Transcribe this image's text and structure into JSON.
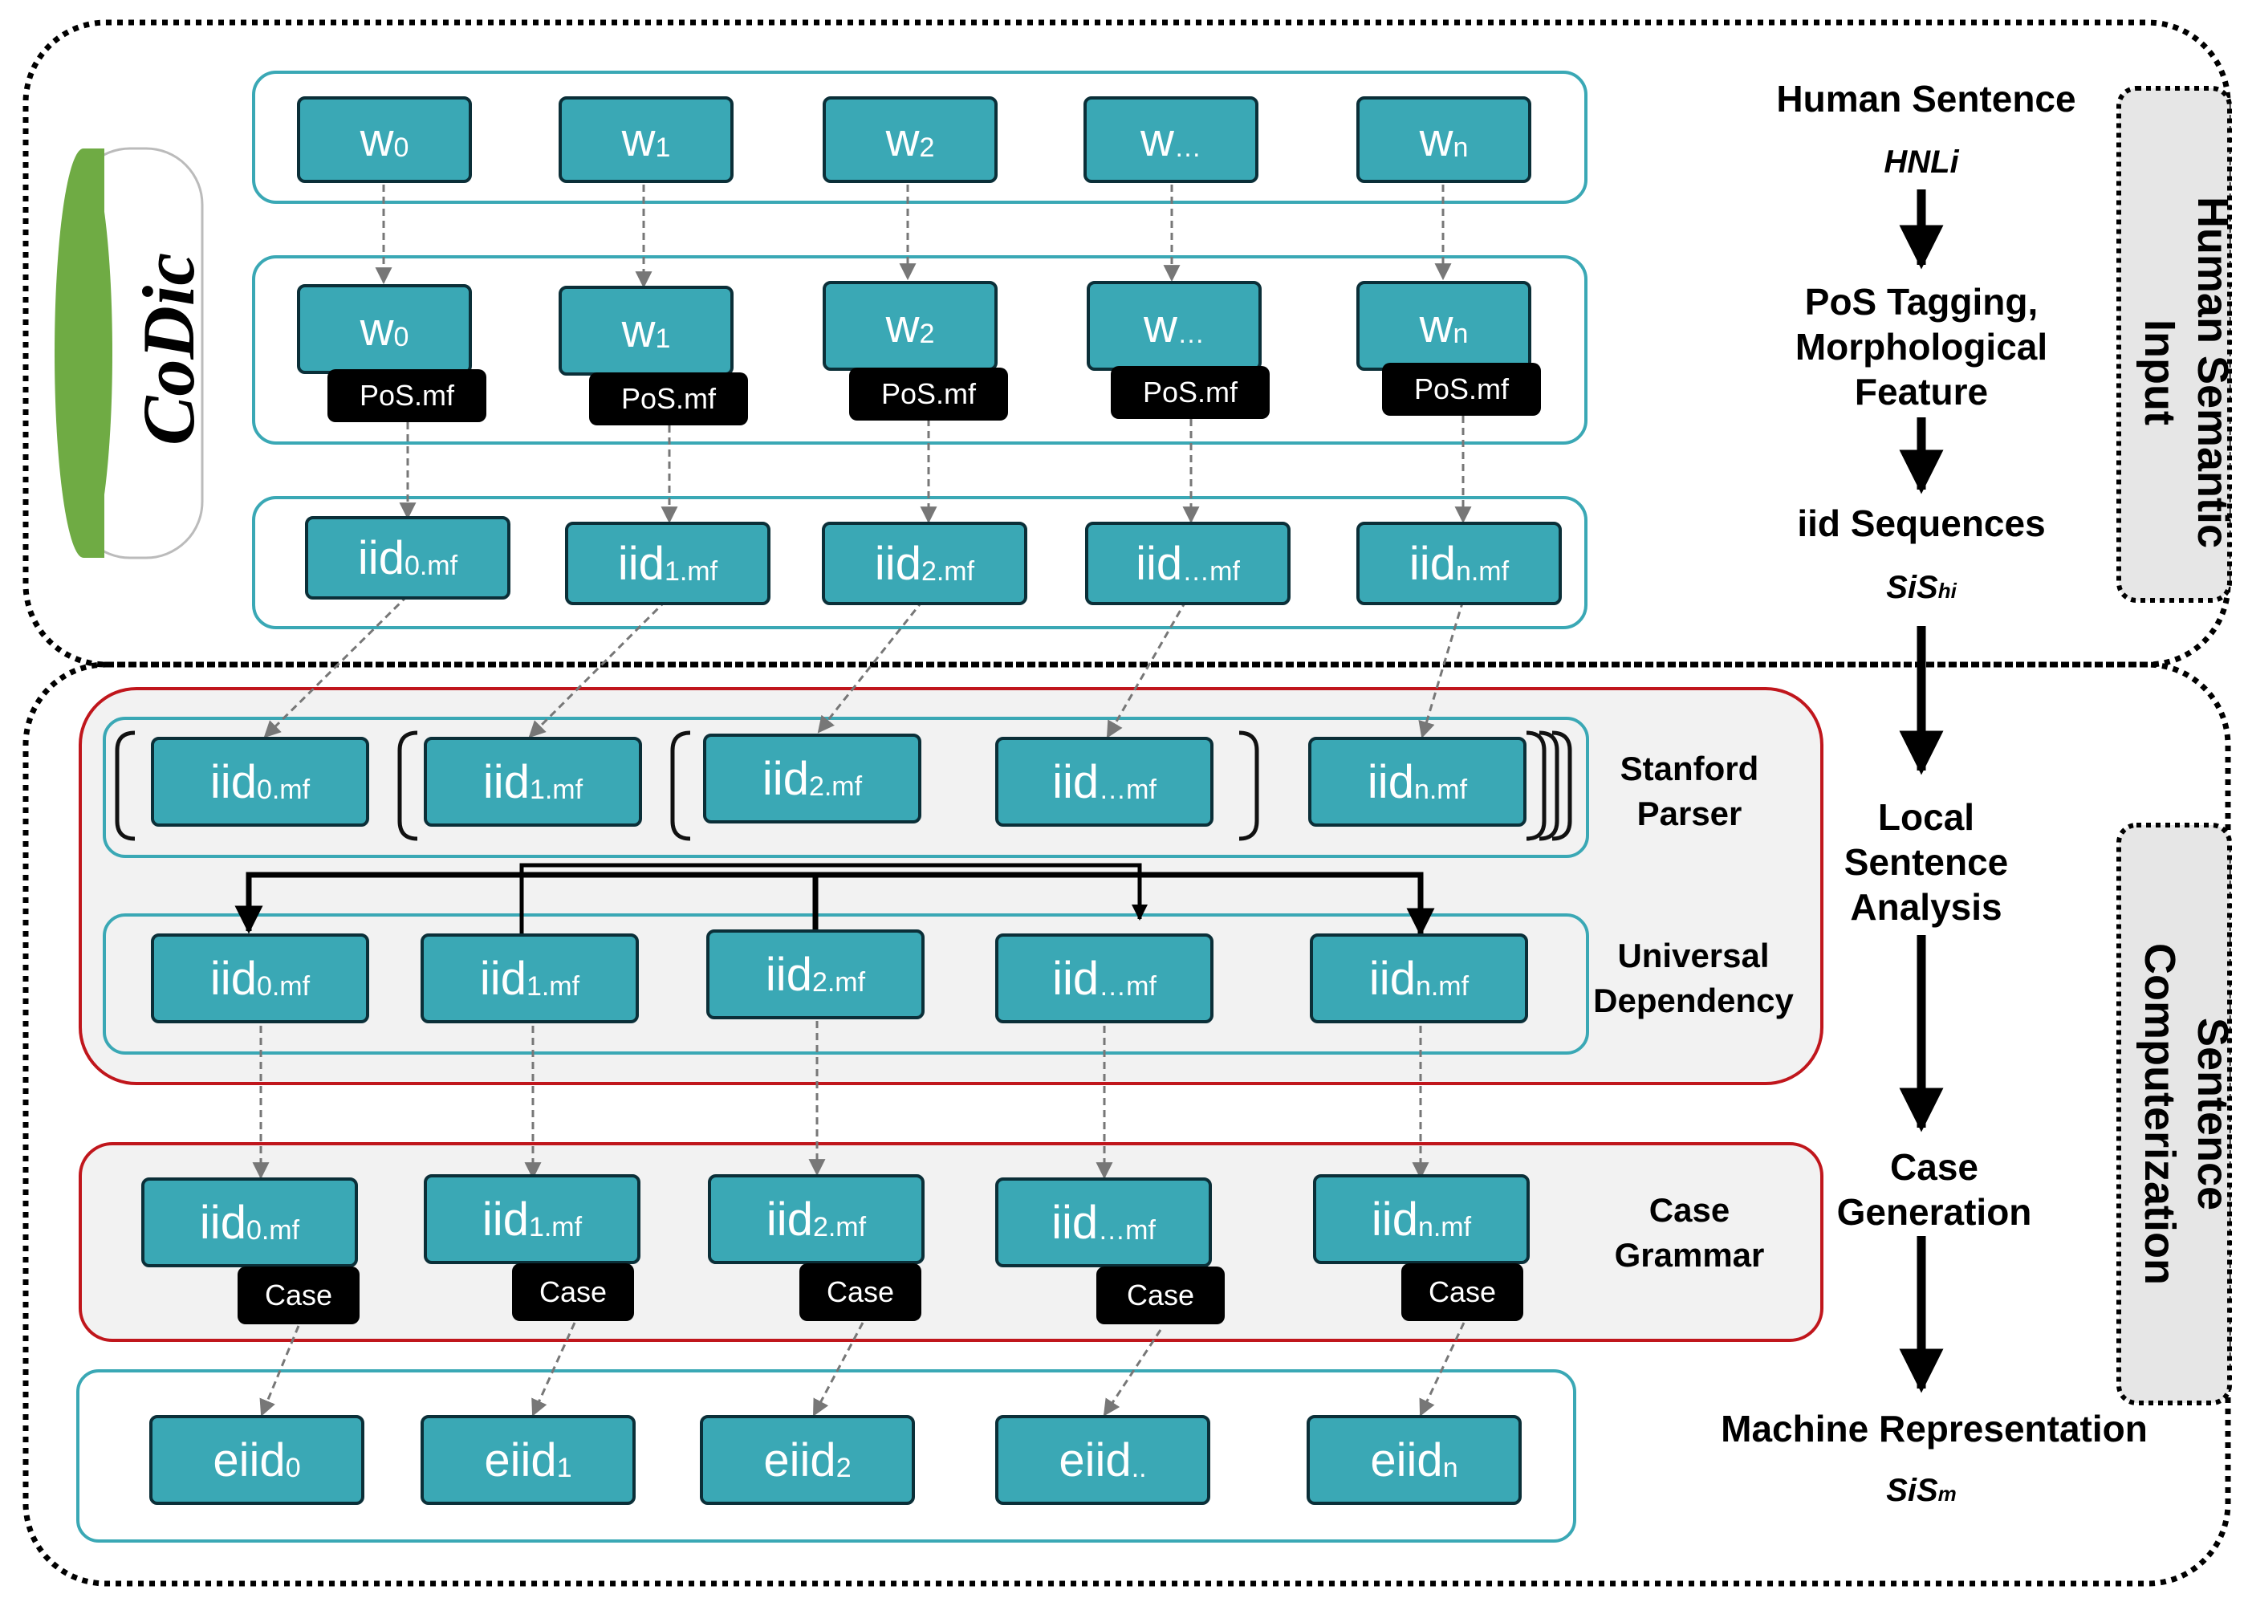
{
  "codic_label": "CoDic",
  "rows": {
    "words": [
      {
        "base": "w",
        "sub": "0"
      },
      {
        "base": "w",
        "sub": "1"
      },
      {
        "base": "w",
        "sub": "2"
      },
      {
        "base": "w",
        "sub": "…"
      },
      {
        "base": "w",
        "sub": "n"
      }
    ],
    "pos_words": [
      {
        "base": "w",
        "sub": "0"
      },
      {
        "base": "w",
        "sub": "1"
      },
      {
        "base": "w",
        "sub": "2"
      },
      {
        "base": "w",
        "sub": "…"
      },
      {
        "base": "w",
        "sub": "n"
      }
    ],
    "pos_tag": "PoS.mf",
    "iid": [
      {
        "base": "iid",
        "sub": "0.mf"
      },
      {
        "base": "iid",
        "sub": "1.mf"
      },
      {
        "base": "iid",
        "sub": "2.mf"
      },
      {
        "base": "iid",
        "sub": "…mf"
      },
      {
        "base": "iid",
        "sub": "n.mf"
      }
    ],
    "eiid": [
      {
        "base": "eiid",
        "sub": "0"
      },
      {
        "base": "eiid",
        "sub": "1"
      },
      {
        "base": "eiid",
        "sub": "2"
      },
      {
        "base": "eiid",
        "sub": ".."
      },
      {
        "base": "eiid",
        "sub": "n"
      }
    ],
    "case_tag": "Case"
  },
  "stage_labels": {
    "stanford": [
      "Stanford",
      "Parser"
    ],
    "universal": [
      "Universal",
      "Dependency"
    ],
    "case_grammar": [
      "Case",
      "Grammar"
    ]
  },
  "flow": {
    "human_sentence": "Human Sentence",
    "hnli": "HNLi",
    "pos_tagging": [
      "PoS Tagging,",
      "Morphological",
      "Feature"
    ],
    "iid_sequences": "iid Sequences",
    "sis_hi": {
      "main": "SiS",
      "sub": "hi"
    },
    "local_analysis": [
      "Local",
      "Sentence",
      "Analysis"
    ],
    "case_generation": [
      "Case",
      "Generation"
    ],
    "machine_rep": "Machine Representation",
    "sis_m": {
      "main": "SiS",
      "sub": "m"
    }
  },
  "side_labels": {
    "human_semantic": [
      "Human Semantic",
      "Input"
    ],
    "sentence_comp": [
      "Sentence",
      "Computerization"
    ]
  },
  "colors": {
    "box": "#3aa8b5",
    "box_border": "#0b2f38",
    "panel_border": "#3aa8b5",
    "stage_border": "#c0161c",
    "stage_fill": "#f2f2f2",
    "codic_green": "#6fab44"
  }
}
